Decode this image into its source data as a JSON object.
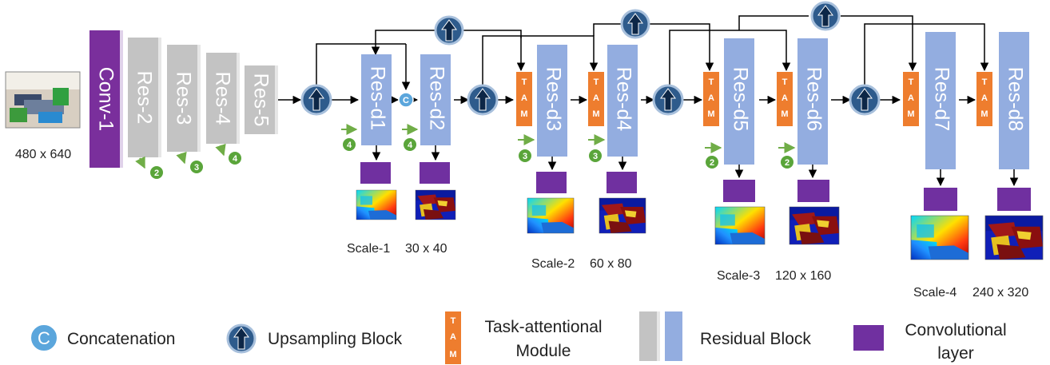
{
  "input": {
    "size_label": "480 x 640"
  },
  "encoder": {
    "conv1": "Conv-1",
    "res": [
      "Res-2",
      "Res-3",
      "Res-4",
      "Res-5"
    ],
    "skip_badges": [
      "2",
      "3",
      "4"
    ]
  },
  "decoder": {
    "blocks": [
      "Res-d1",
      "Res-d2",
      "Res-d3",
      "Res-d4",
      "Res-d5",
      "Res-d6",
      "Res-d7",
      "Res-d8"
    ],
    "concat_symbol": "C",
    "tam_letters": [
      "T",
      "A",
      "M"
    ],
    "skip_badges": [
      "4",
      "4",
      "3",
      "3",
      "2",
      "2"
    ]
  },
  "scales": [
    {
      "label": "Scale-1",
      "size": "30 x 40"
    },
    {
      "label": "Scale-2",
      "size": "60 x 80"
    },
    {
      "label": "Scale-3",
      "size": "120 x 160"
    },
    {
      "label": "Scale-4",
      "size": "240 x 320"
    }
  ],
  "legend": {
    "concat_symbol": "C",
    "concatenation": "Concatenation",
    "upsampling": "Upsampling Block",
    "tam_line1": "Task-attentional",
    "tam_line2": "Module",
    "residual": "Residual Block",
    "conv_line1": "Convolutional",
    "conv_line2": "layer"
  },
  "colors": {
    "conv": "#7a2f9c",
    "encoder_res": "#c3c3c3",
    "decoder_res": "#93ade0",
    "tam": "#ee7d2e",
    "upsample": "#2e5b8c",
    "concat": "#5ba6dc",
    "skip_arrow": "#70ad47",
    "conv_layer": "#7030a0"
  }
}
